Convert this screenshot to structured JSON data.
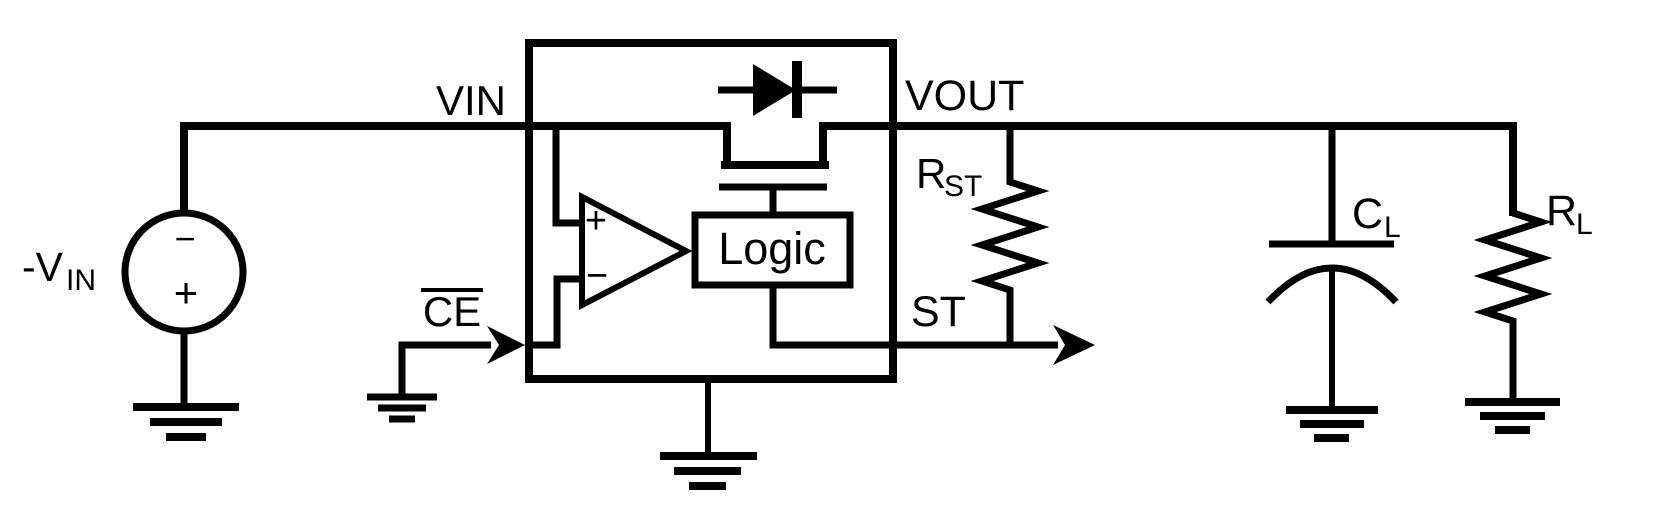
{
  "schematic": {
    "colors": {
      "stroke": "#000000",
      "background": "#ffffff"
    },
    "labels": {
      "source_name": "-V",
      "source_name_sub": "IN",
      "source_polarity_top": "−",
      "source_polarity_bottom": "+",
      "vin_pin": "VIN",
      "vout_pin": "VOUT",
      "chip_enable": "CE",
      "chip_enable_overline": true,
      "status_pin": "ST",
      "status_resistor": "R",
      "status_resistor_sub": "ST",
      "load_capacitor": "C",
      "load_capacitor_sub": "L",
      "load_resistor": "R",
      "load_resistor_sub": "L",
      "logic_block": "Logic",
      "comparator_noninverting": "+",
      "comparator_inverting": "−"
    }
  }
}
